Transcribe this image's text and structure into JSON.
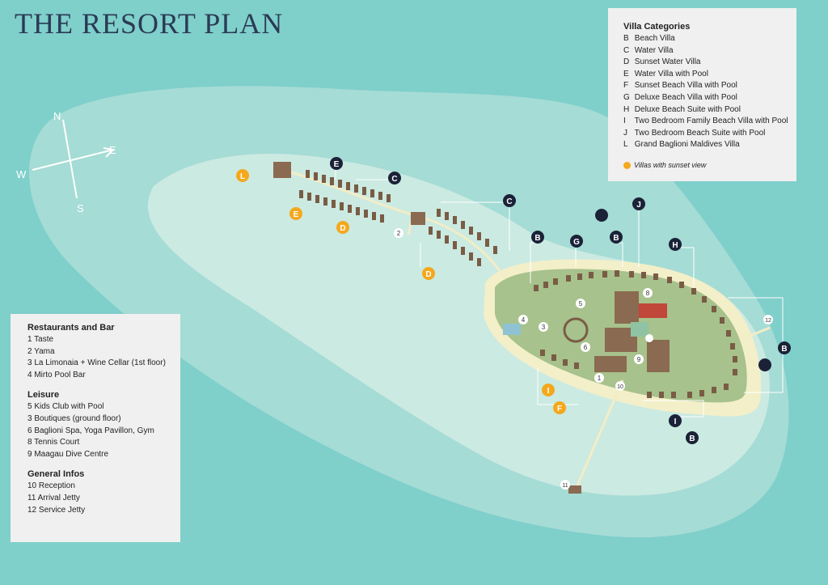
{
  "title": "THE RESORT PLAN",
  "compass": {
    "n": "N",
    "e": "E",
    "s": "S",
    "w": "W"
  },
  "villa_panel": {
    "heading": "Villa Categories",
    "items": [
      {
        "code": "B",
        "label": "Beach Villa"
      },
      {
        "code": "C",
        "label": "Water Villa"
      },
      {
        "code": "D",
        "label": "Sunset Water Villa"
      },
      {
        "code": "E",
        "label": "Water Villa with Pool"
      },
      {
        "code": "F",
        "label": "Sunset Beach Villa with Pool"
      },
      {
        "code": "G",
        "label": "Deluxe Beach Villa with Pool"
      },
      {
        "code": "H",
        "label": "Deluxe Beach Suite with Pool"
      },
      {
        "code": "I",
        "label": "Two Bedroom Family Beach Villa with Pool"
      },
      {
        "code": "J",
        "label": "Two Bedroom Beach Suite with Pool"
      },
      {
        "code": "L",
        "label": "Grand Baglioni Maldives Villa"
      }
    ],
    "sunset_note": "Villas with sunset view"
  },
  "info_panel": {
    "restaurants": {
      "heading": "Restaurants and Bar",
      "items": [
        "1 Taste",
        "2 Yama",
        "3 La Limonaia + Wine Cellar (1st floor)",
        "4 Mirto Pool Bar"
      ]
    },
    "leisure": {
      "heading": "Leisure",
      "items": [
        "5 Kids Club with Pool",
        "3 Boutiques (ground floor)",
        "6 Baglioni Spa, Yoga Pavillon, Gym",
        "8 Tennis Court",
        "9 Maagau Dive Centre"
      ]
    },
    "general": {
      "heading": "General Infos",
      "items": [
        "10 Reception",
        "11 Arrival Jetty",
        "12 Service Jetty"
      ]
    }
  },
  "colors": {
    "deep_sea": "#7fcfcb",
    "outer_lagoon": "#a5dcd5",
    "inner_lagoon": "#cbeae2",
    "beach": "#f3efc9",
    "island": "#a7c28c",
    "villa": "#7a5c45",
    "dark_marker": "#1b2238",
    "sunset_marker": "#f4a81c"
  },
  "map_markers": {
    "dark": [
      "E",
      "C",
      "C",
      "B",
      "G",
      "B",
      "J",
      "H",
      "B",
      "I",
      "B"
    ],
    "sunset": [
      "L",
      "E",
      "D",
      "D",
      "I",
      "F"
    ],
    "numbers": [
      "2",
      "4",
      "3",
      "5",
      "6",
      "8",
      "9",
      "1",
      "10",
      "11",
      "12"
    ]
  }
}
